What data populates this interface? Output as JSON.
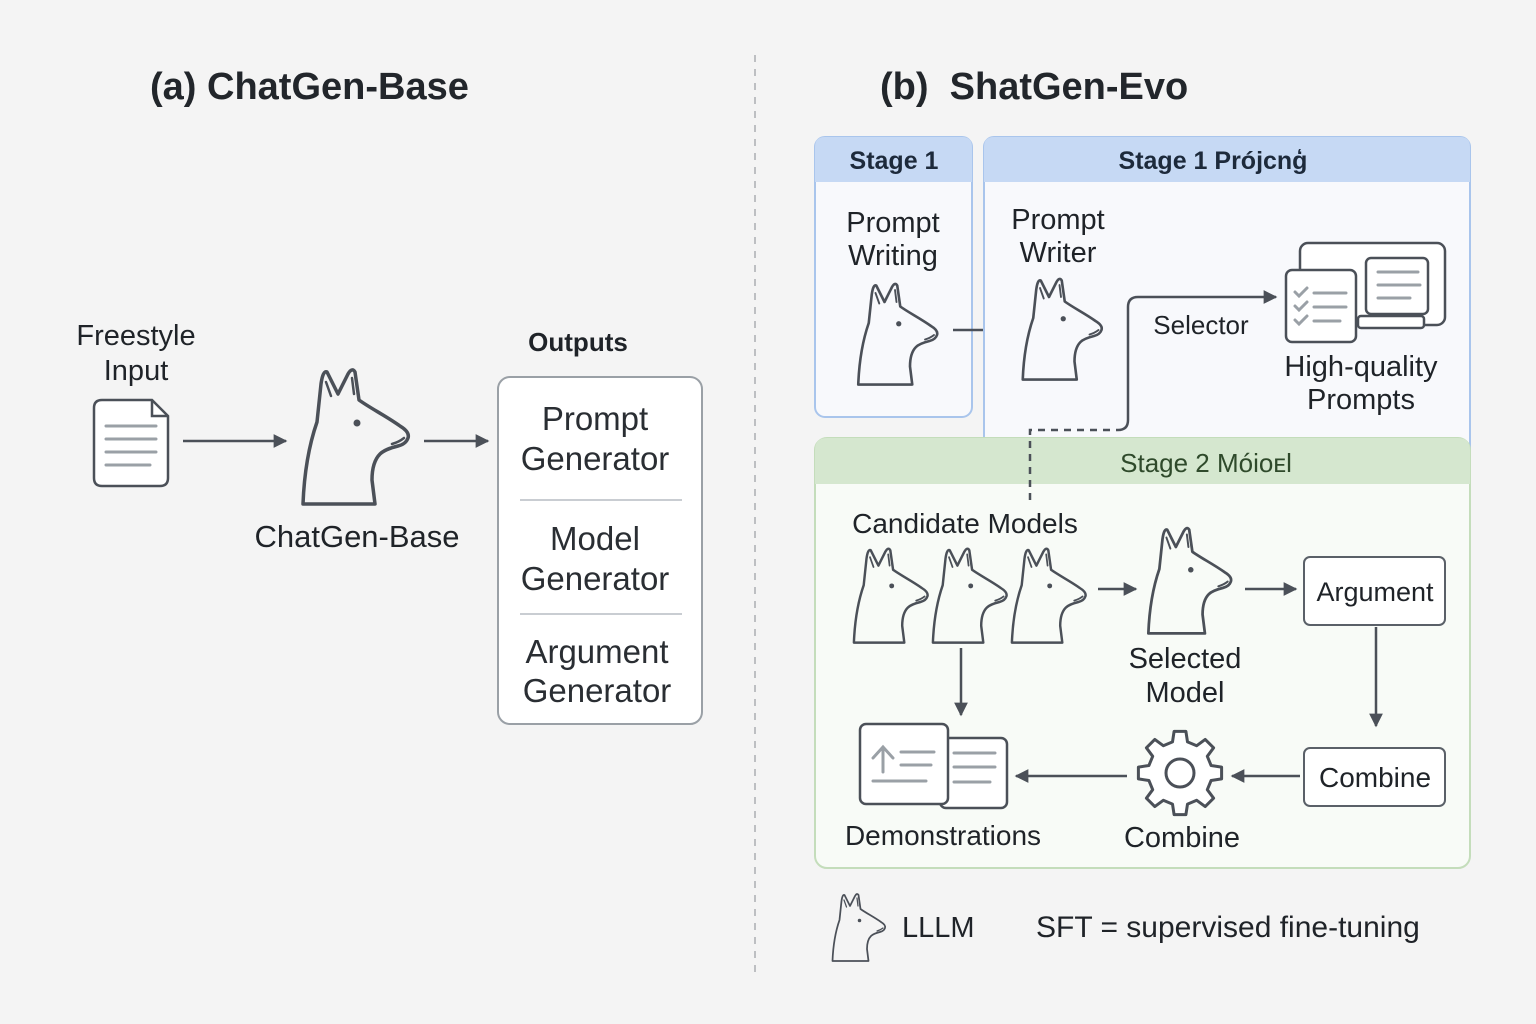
{
  "left": {
    "title": "(a) ChatGen-Base",
    "input_label": [
      "Freestyle",
      "Input"
    ],
    "model_label": "ChatGen-Base",
    "outputs_label": "Outputs",
    "outputs": [
      [
        "Prompt",
        "Generator"
      ],
      [
        "Model",
        "Generator"
      ],
      [
        "Argument",
        "Generator"
      ]
    ]
  },
  "right": {
    "title": "(b)  ShatGen-Evo",
    "stage1": {
      "header": "Stage 1",
      "label": [
        "Prompt",
        "Writing"
      ]
    },
    "stage1_projecting": {
      "header": "Stage 1 Prójcnģ",
      "writer_label": [
        "Prompt",
        "Writer"
      ],
      "selector_label": "Selector",
      "output_label": [
        "High-quality",
        "Prompts"
      ]
    },
    "stage2": {
      "header": "Stage 2 Móioᴇl",
      "candidates_label": "Candidate Models",
      "selected_label": [
        "Selected",
        "Model"
      ],
      "argument_box": "Argument",
      "combine_box": "Combine",
      "gear_label": "Combine",
      "demos_label": "Demonstrations"
    }
  },
  "legend": {
    "llm_label": "LLLM",
    "sft_note": "SFT = supervised fine-tuning"
  },
  "icons": {
    "input": "document-icon",
    "model": "llama-icon",
    "prompts": "document-stack-icon",
    "combine": "gear-icon",
    "demonstrations": "demonstrations-icon"
  },
  "colors": {
    "background": "#f4f4f4",
    "stage1_header": "#c6d9f4",
    "stage1_border": "#a9c5ec",
    "stage1_fill": "#f8f9fc",
    "stage2_header": "#d5e7cf",
    "stage2_border": "#c4ddbb",
    "stage2_fill": "#f8fbf7",
    "line": "#4b5058"
  }
}
